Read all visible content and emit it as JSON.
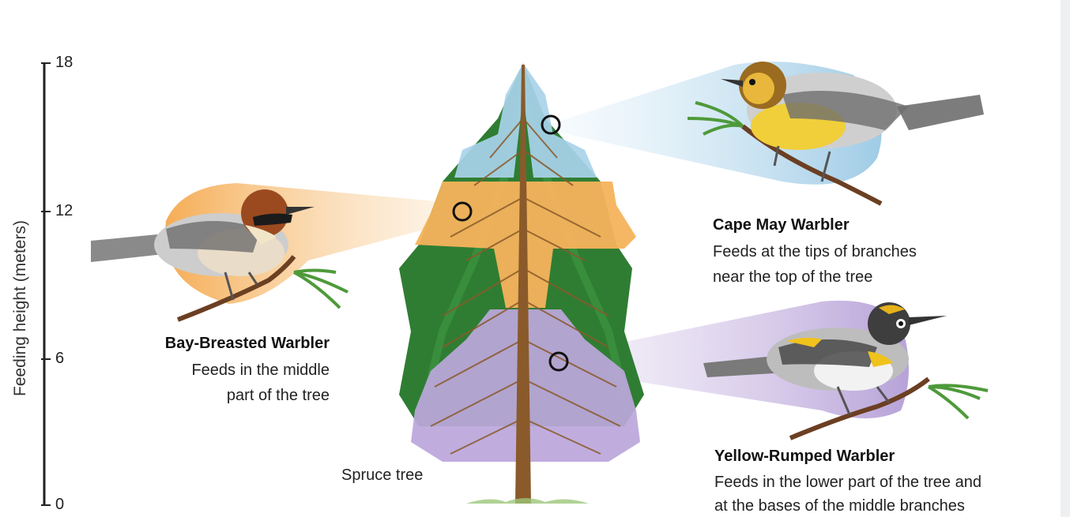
{
  "axis": {
    "label": "Feeding height (meters)",
    "ticks": [
      "18",
      "12",
      "6",
      "0"
    ]
  },
  "tree": {
    "label": "Spruce tree"
  },
  "species": [
    {
      "name": "Cape May Warbler",
      "desc_lines": [
        "Feeds at the tips of branches",
        "near the top of the tree"
      ],
      "zone_color": "#a9d3ea"
    },
    {
      "name": "Bay-Breasted Warbler",
      "desc_lines": [
        "Feeds in the middle",
        "part of the tree"
      ],
      "zone_color": "#f6b35c"
    },
    {
      "name": "Yellow-Rumped Warbler",
      "desc_lines": [
        "Feeds in the lower part of the tree and",
        "at the bases of the middle branches"
      ],
      "zone_color": "#bba7dc"
    }
  ],
  "colors": {
    "tree_green": "#2f7d32",
    "trunk": "#8a5a2b",
    "axis": "#222222"
  }
}
